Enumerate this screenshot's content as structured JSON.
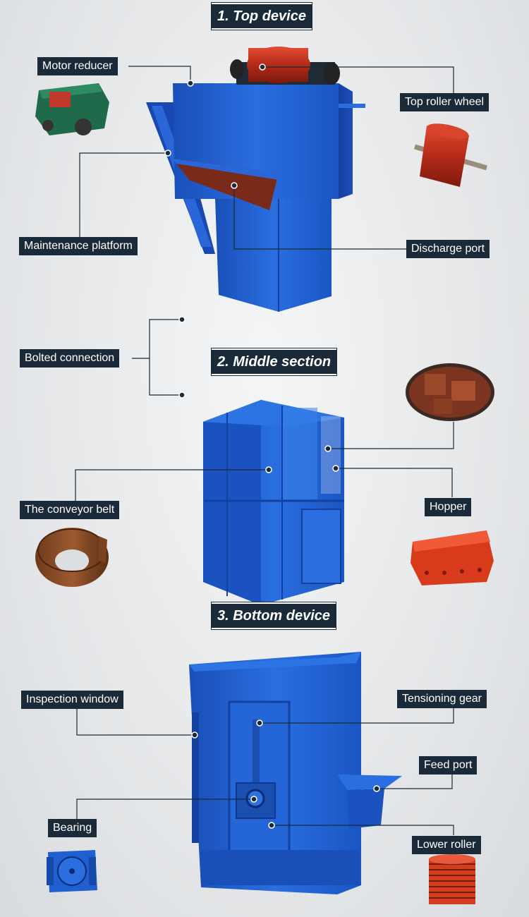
{
  "sections": {
    "top": "1. Top device",
    "middle": "2. Middle section",
    "bottom": "3. Bottom device"
  },
  "labels": {
    "motor_reducer": "Motor reducer",
    "top_roller_wheel": "Top roller wheel",
    "maintenance_platform": "Maintenance platform",
    "discharge_port": "Discharge port",
    "bolted_connection": "Bolted connection",
    "conveyor_belt": "The conveyor belt",
    "hopper": "Hopper",
    "inspection_window": "Inspection window",
    "tensioning_gear": "Tensioning gear",
    "feed_port": "Feed port",
    "bearing": "Bearing",
    "lower_roller": "Lower roller"
  },
  "colors": {
    "machine_blue": "#1f5fd0",
    "part_red": "#c8341e",
    "label_bg": "#1b2a38"
  }
}
